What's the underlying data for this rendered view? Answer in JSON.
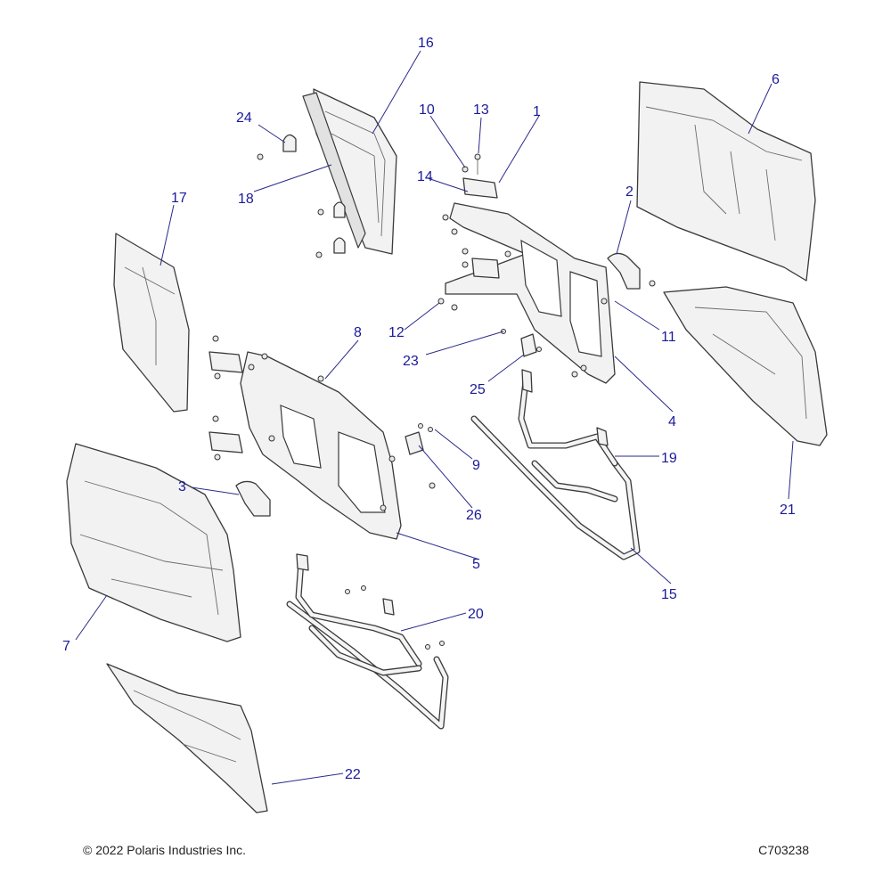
{
  "callouts": [
    "1",
    "2",
    "3",
    "4",
    "5",
    "6",
    "7",
    "8",
    "9",
    "10",
    "11",
    "12",
    "13",
    "14",
    "15",
    "16",
    "17",
    "18",
    "19",
    "20",
    "21",
    "22",
    "23",
    "24",
    "25",
    "26"
  ],
  "footer": {
    "copyright": "© 2022 Polaris Industries Inc.",
    "diagram_id": "C703238"
  }
}
